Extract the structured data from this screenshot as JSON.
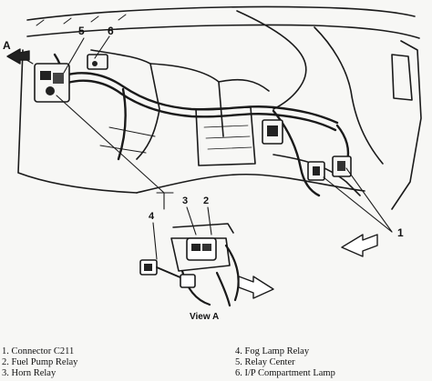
{
  "diagram": {
    "callouts": {
      "c5_top": "5",
      "c6_top": "6",
      "a_marker": "A",
      "c4_inset": "4",
      "c3_inset": "3",
      "c2_inset": "2",
      "c1_right": "1"
    },
    "view_label": "View A"
  },
  "legend": {
    "left": [
      "1. Connector C211",
      "2. Fuel Pump Relay",
      "3. Horn Relay"
    ],
    "right": [
      "4. Fog Lamp Relay",
      "5. Relay Center",
      "6. I/P Compartment Lamp"
    ]
  }
}
